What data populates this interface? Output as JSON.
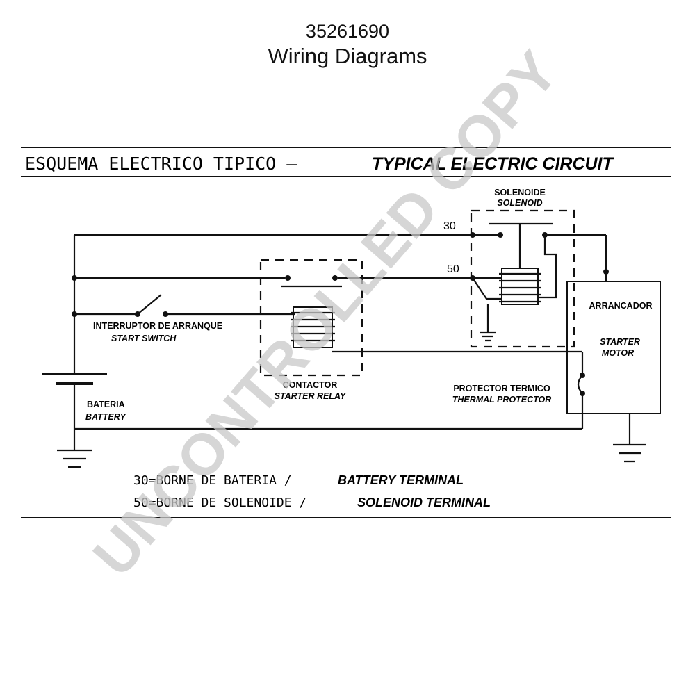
{
  "header": {
    "part_number": "35261690",
    "title": "Wiring Diagrams"
  },
  "diagram": {
    "heading_es": "ESQUEMA ELECTRICO TIPICO –",
    "heading_en": "TYPICAL ELECTRIC CIRCUIT",
    "components": {
      "solenoid": {
        "label_es": "SOLENOIDE",
        "label_en": "SOLENOID"
      },
      "start_switch": {
        "label_es": "INTERRUPTOR DE ARRANQUE",
        "label_en": "START SWITCH"
      },
      "relay": {
        "label_es": "CONTACTOR",
        "label_en": "STARTER RELAY"
      },
      "starter_motor": {
        "label_es": "ARRANCADOR",
        "label_en_1": "STARTER",
        "label_en_2": "MOTOR"
      },
      "thermal_protector": {
        "label_es": "PROTECTOR TERMICO",
        "label_en": "THERMAL PROTECTOR"
      },
      "battery": {
        "label_es": "BATERIA",
        "label_en": "BATTERY"
      }
    },
    "terminals": {
      "t30": "30",
      "t50": "50"
    },
    "legend": [
      {
        "es": "30=BORNE DE BATERIA /",
        "en": "BATTERY TERMINAL"
      },
      {
        "es": "50=BORNE DE SOLENOIDE /",
        "en": "SOLENOID TERMINAL"
      }
    ]
  },
  "watermark": "UNCONTROLLED COPY",
  "colors": {
    "ink": "#111111",
    "watermark": "#d9d9d9"
  }
}
